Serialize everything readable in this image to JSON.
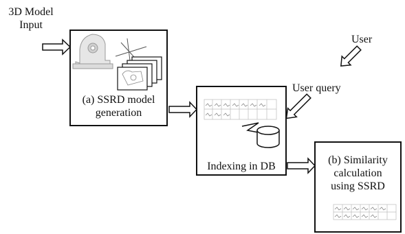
{
  "input_label": [
    "3D Model",
    "Input"
  ],
  "user_label": "User",
  "user_query_label": "User query",
  "box_a_label": [
    "(a) SSRD model",
    "generation"
  ],
  "box_db_label": "Indexing in DB",
  "box_b_label": [
    "(b) Similarity",
    "calculation",
    "using SSRD"
  ]
}
